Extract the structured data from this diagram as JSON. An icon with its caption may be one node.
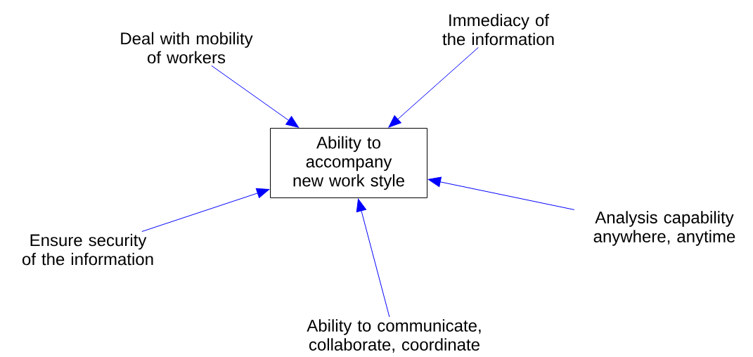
{
  "diagram": {
    "nodes": [
      {
        "text": [
          "Ability to accompany new work style"
        ]
      },
      {
        "text": [
          "Deal with mobility of workers"
        ]
      },
      {
        "text": [
          "Immediacy of the information"
        ]
      },
      {
        "text": [
          "Ensure security of the information"
        ]
      },
      {
        "text": [
          "Analysis capability anywhere, anytime"
        ]
      },
      {
        "text": [
          "Ability to communicate, collaborate, coordinate"
        ]
      }
    ],
    "edges": [
      {
        "from": 1,
        "to": 0,
        "arrow": "to"
      },
      {
        "from": 2,
        "to": 0,
        "arrow": "to"
      },
      {
        "from": 3,
        "to": 0,
        "arrow": "to"
      },
      {
        "from": 4,
        "to": 0,
        "arrow": "to"
      },
      {
        "from": 5,
        "to": 0,
        "arrow": "to"
      }
    ]
  }
}
